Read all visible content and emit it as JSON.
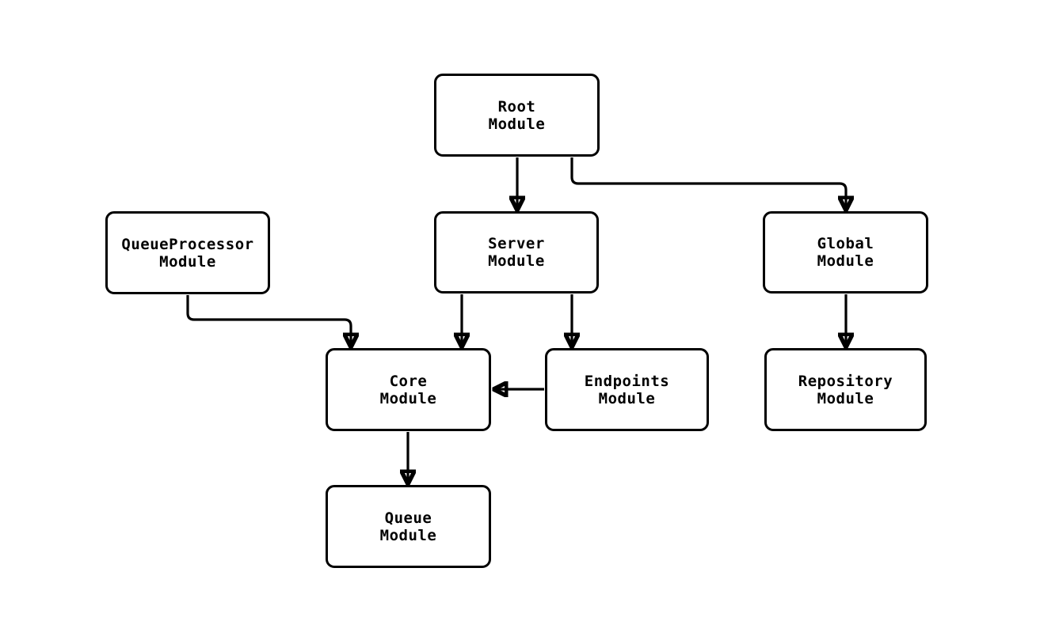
{
  "diagram": {
    "type": "module-dependency-graph",
    "background_color": "#ffffff",
    "node_fill_color": "#ffffff",
    "line_color": "#000000",
    "nodes": [
      {
        "id": "root",
        "label": "Root\nModule"
      },
      {
        "id": "queueprocessor",
        "label": "QueueProcessor\nModule"
      },
      {
        "id": "server",
        "label": "Server\nModule"
      },
      {
        "id": "global",
        "label": "Global\nModule"
      },
      {
        "id": "core",
        "label": "Core\nModule"
      },
      {
        "id": "endpoints",
        "label": "Endpoints\nModule"
      },
      {
        "id": "repository",
        "label": "Repository\nModule"
      },
      {
        "id": "queue",
        "label": "Queue\nModule"
      }
    ],
    "edges": [
      {
        "from": "root",
        "to": "server"
      },
      {
        "from": "root",
        "to": "global"
      },
      {
        "from": "queueprocessor",
        "to": "core"
      },
      {
        "from": "server",
        "to": "core"
      },
      {
        "from": "server",
        "to": "endpoints"
      },
      {
        "from": "endpoints",
        "to": "core"
      },
      {
        "from": "global",
        "to": "repository"
      },
      {
        "from": "core",
        "to": "queue"
      }
    ]
  }
}
